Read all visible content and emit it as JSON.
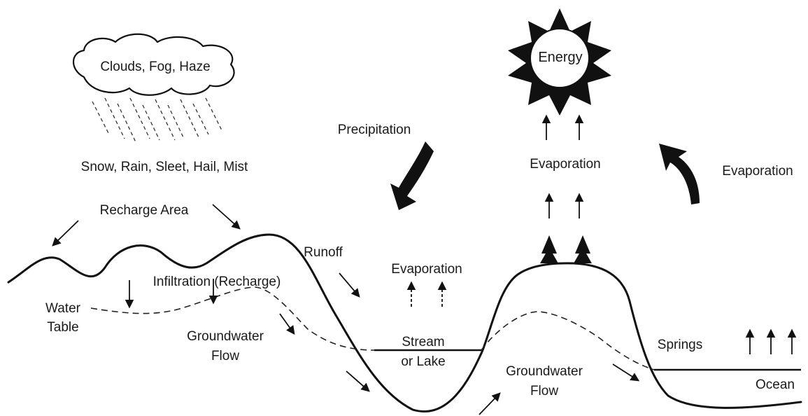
{
  "labels": {
    "clouds": "Clouds, Fog, Haze",
    "precip_types": "Snow, Rain, Sleet, Hail, Mist",
    "energy": "Energy",
    "precipitation": "Precipitation",
    "evaporation_center": "Evaporation",
    "evaporation_right": "Evaporation",
    "evaporation_stream": "Evaporation",
    "recharge_area": "Recharge Area",
    "infiltration": "Infiltration (Recharge)",
    "runoff": "Runoff",
    "water_table_1": "Water",
    "water_table_2": "Table",
    "gw_flow_left_1": "Groundwater",
    "gw_flow_left_2": "Flow",
    "stream_1": "Stream",
    "stream_2": "or Lake",
    "gw_flow_right_1": "Groundwater",
    "gw_flow_right_2": "Flow",
    "springs": "Springs",
    "ocean": "Ocean"
  }
}
